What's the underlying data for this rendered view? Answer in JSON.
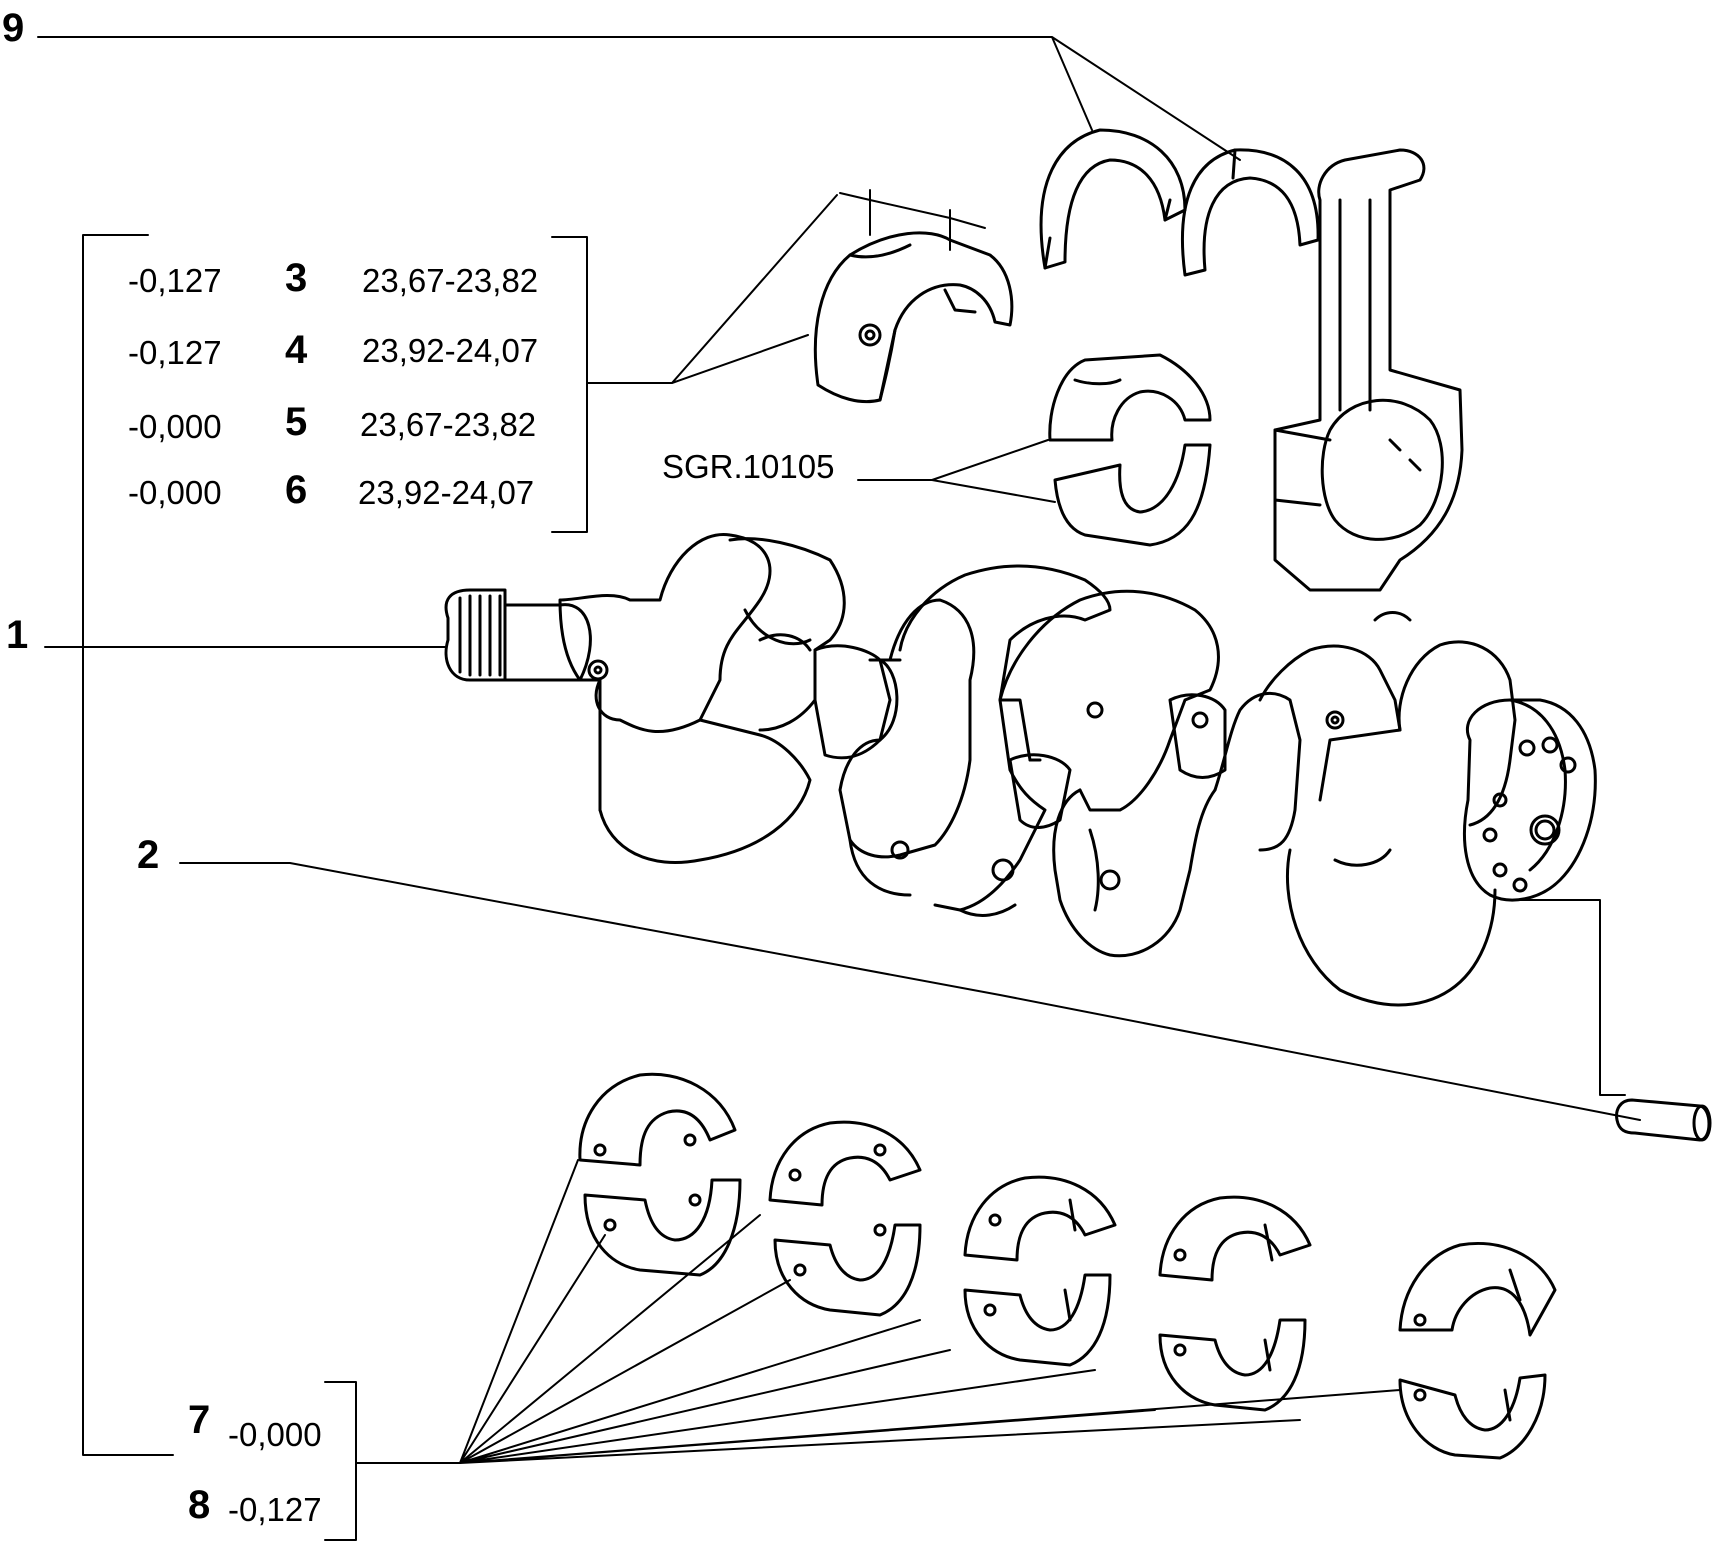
{
  "callouts": {
    "c1": "1",
    "c2": "2",
    "c9": "9"
  },
  "rod_table": {
    "rows": [
      {
        "offset": "-0,127",
        "code": "3",
        "range": "23,67-23,82"
      },
      {
        "offset": "-0,127",
        "code": "4",
        "range": "23,92-24,07"
      },
      {
        "offset": "-0,000",
        "code": "5",
        "range": "23,67-23,82"
      },
      {
        "offset": "-0,000",
        "code": "6",
        "range": "23,92-24,07"
      }
    ]
  },
  "main_table": {
    "rows": [
      {
        "code": "7",
        "offset": "-0,000"
      },
      {
        "code": "8",
        "offset": "-0,127"
      }
    ]
  },
  "reference": "SGR.10105",
  "colors": {
    "line": "#000000",
    "background": "#ffffff"
  }
}
